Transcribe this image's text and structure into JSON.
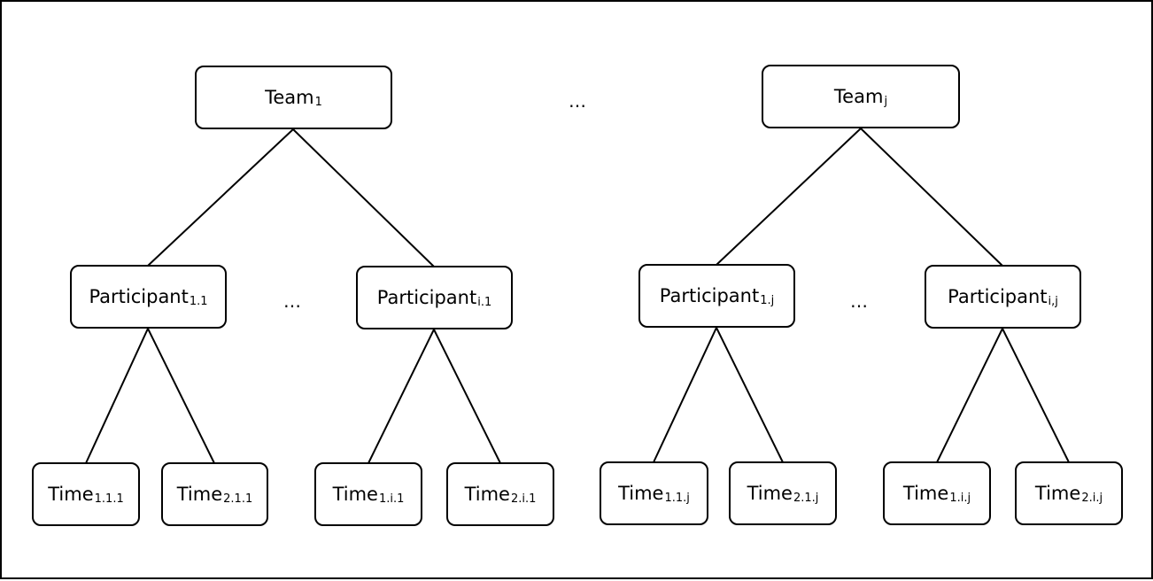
{
  "colors": {
    "line": "#000000",
    "box_border": "#000000",
    "background": "#ffffff"
  },
  "ellipsis": "…",
  "teams": [
    {
      "base": "Team",
      "sub": "1",
      "participants": [
        {
          "base": "Participant",
          "sub": "1.1",
          "times": [
            {
              "base": "Time",
              "sub": "1.1.1"
            },
            {
              "base": "Time",
              "sub": "2.1.1"
            }
          ]
        },
        {
          "base": "Participant",
          "sub": "i.1",
          "times": [
            {
              "base": "Time",
              "sub": "1.i.1"
            },
            {
              "base": "Time",
              "sub": "2.i.1"
            }
          ]
        }
      ]
    },
    {
      "base": "Team",
      "sub": "j",
      "participants": [
        {
          "base": "Participant",
          "sub": "1.j",
          "times": [
            {
              "base": "Time",
              "sub": "1.1.j"
            },
            {
              "base": "Time",
              "sub": "2.1.j"
            }
          ]
        },
        {
          "base": "Participant",
          "sub": "i,j",
          "times": [
            {
              "base": "Time",
              "sub": "1.i.j"
            },
            {
              "base": "Time",
              "sub": "2.i.j"
            }
          ]
        }
      ]
    }
  ]
}
